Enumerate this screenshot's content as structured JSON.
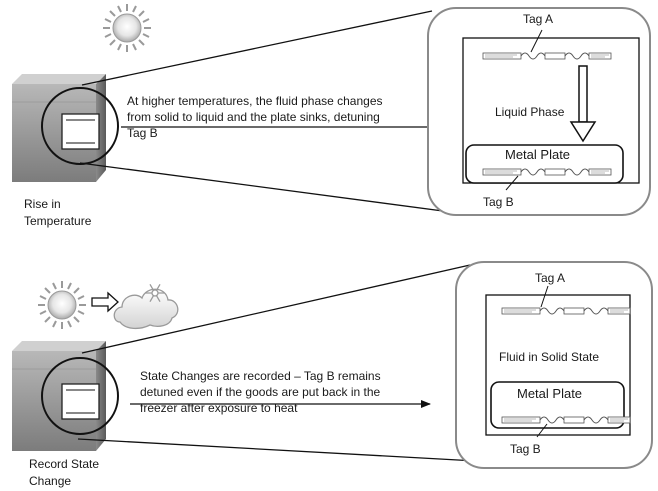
{
  "panels": [
    {
      "id": "top",
      "caption_lines": [
        "Rise in",
        "Temperature"
      ],
      "description_lines": [
        "At higher temperatures, the fluid phase changes",
        "from solid to liquid and the plate sinks,  detuning",
        "Tag B"
      ],
      "tag_a": "Tag A",
      "tag_b": "Tag B",
      "phase_label": "Liquid Phase",
      "plate_label": "Metal Plate",
      "icons": [
        "sun-icon"
      ]
    },
    {
      "id": "bottom",
      "caption_lines": [
        "Record State",
        "Change"
      ],
      "description_lines": [
        "State Changes are recorded – Tag B remains",
        "detuned even  if the goods are put back in the",
        "freezer after exposure to heat"
      ],
      "tag_a": "Tag A",
      "tag_b": "Tag B",
      "phase_label": "Fluid in Solid State",
      "plate_label": "Metal Plate",
      "icons": [
        "sun-icon",
        "transition-arrow-icon",
        "snow-cloud-icon"
      ]
    }
  ]
}
